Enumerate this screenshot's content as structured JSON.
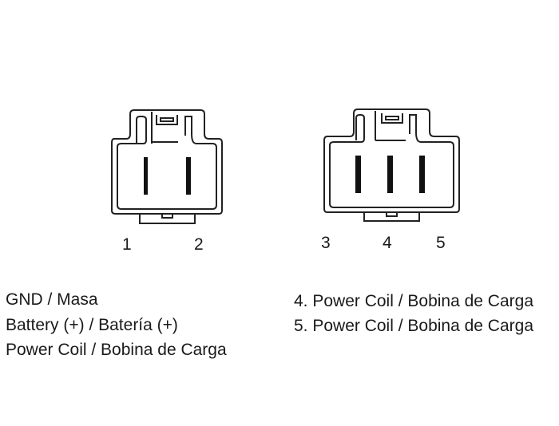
{
  "connector_a": {
    "pins": [
      "1",
      "2"
    ]
  },
  "connector_b": {
    "pins": [
      "3",
      "4",
      "5"
    ]
  },
  "legend_left": [
    "GND / Masa",
    "Battery (+) / Batería (+)",
    "Power Coil / Bobina de Carga"
  ],
  "legend_right": [
    "4. Power Coil / Bobina de Carga",
    "5. Power Coil / Bobina de Carga"
  ]
}
